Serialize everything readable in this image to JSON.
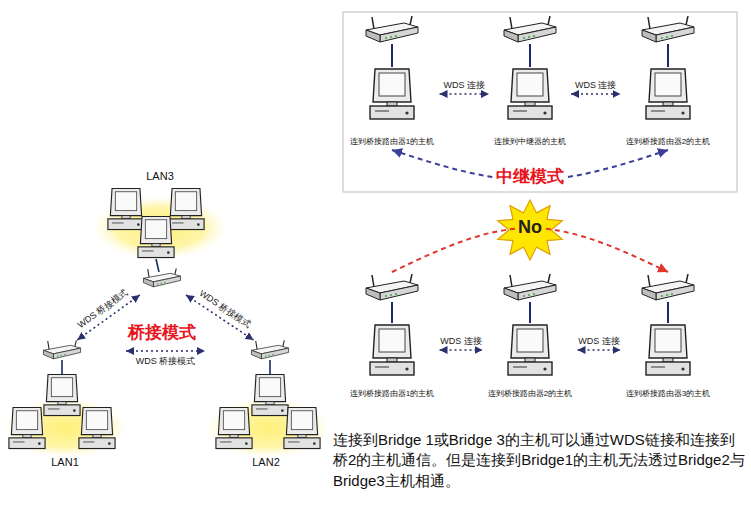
{
  "diagram": {
    "nodes": [
      {
        "text": [
          "LAN3"
        ]
      },
      {
        "text": [
          "LAN1"
        ]
      },
      {
        "text": [
          "LAN2"
        ]
      },
      {
        "text": [
          "连到桥接路由器1的主机"
        ]
      },
      {
        "text": [
          "连接到中继器的主机"
        ]
      },
      {
        "text": [
          "连到桥接路由器2的主机"
        ]
      },
      {
        "text": [
          "连到桥接路由器1的主机"
        ]
      },
      {
        "text": [
          "连到桥接路由器2的主机"
        ]
      },
      {
        "text": [
          "连到桥接路由器3的主机"
        ]
      }
    ],
    "edges": [
      {
        "from": 0,
        "to": 1,
        "arrow": "both",
        "label": "WDS 桥接模式"
      },
      {
        "from": 0,
        "to": 2,
        "arrow": "both",
        "label": "WDS 桥接模式"
      },
      {
        "from": 1,
        "to": 2,
        "arrow": "both",
        "label": "WDS 桥接模式"
      },
      {
        "from": 3,
        "to": 4,
        "arrow": "both",
        "label": "WDS 连接"
      },
      {
        "from": 4,
        "to": 5,
        "arrow": "both",
        "label": "WDS 连接"
      },
      {
        "from": 3,
        "to": 5,
        "arrow": "both"
      },
      {
        "from": 6,
        "to": 7,
        "arrow": "both",
        "label": "WDS 连接"
      },
      {
        "from": 7,
        "to": 8,
        "arrow": "both",
        "label": "WDS 连接"
      },
      {
        "from": 6,
        "to": 8,
        "arrow": "to",
        "label": "No"
      }
    ],
    "labels": [
      "桥接模式",
      "中继模式"
    ],
    "caption": "连接到Bridge 1或Bridge 3的主机可以通过WDS链接和连接到桥2的主机通信。但是连接到Bridge1的主机无法透过Bridge2与Bridge3主机相通。"
  }
}
